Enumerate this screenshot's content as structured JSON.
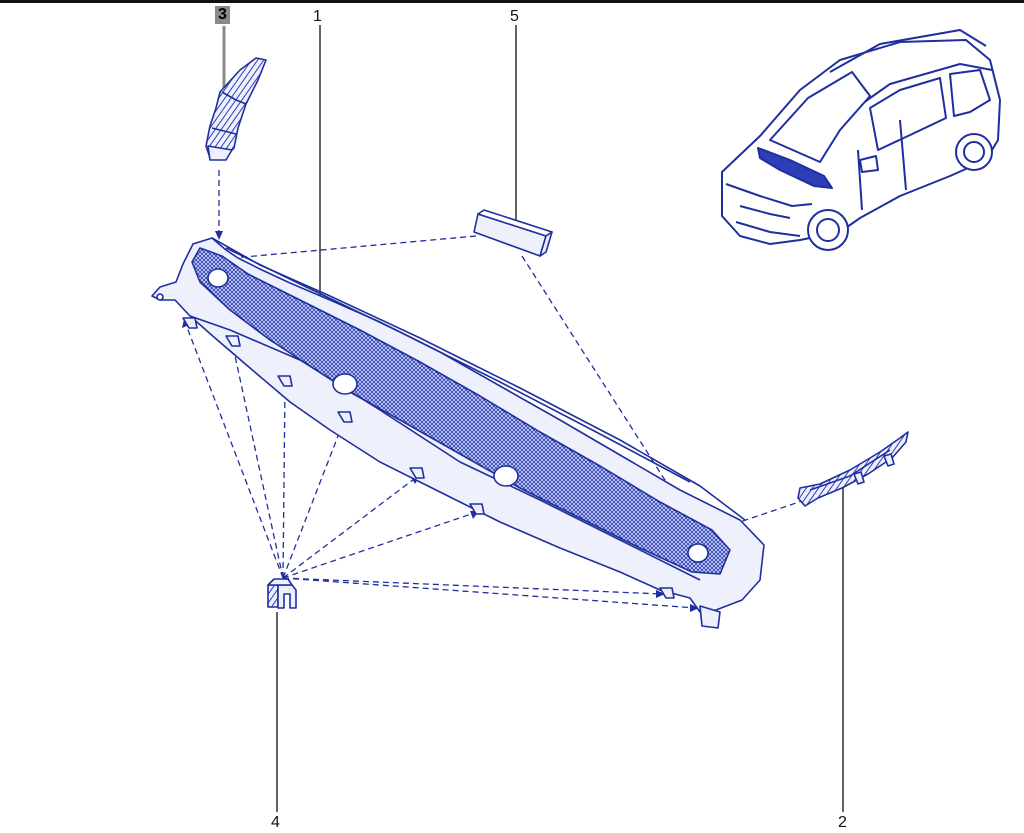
{
  "colors": {
    "line": "#1f2f9e",
    "fill": "#eef0fb",
    "hatch": "#2c3fb8",
    "callout_text": "#111111",
    "leader": "#111111",
    "highlight_bg": "#8c8a86"
  },
  "callouts": [
    {
      "id": "1",
      "label": "1",
      "highlighted": false
    },
    {
      "id": "2",
      "label": "2",
      "highlighted": false
    },
    {
      "id": "3",
      "label": "3",
      "highlighted": true
    },
    {
      "id": "4",
      "label": "4",
      "highlighted": false
    },
    {
      "id": "5",
      "label": "5",
      "highlighted": false
    }
  ],
  "parts": [
    {
      "ref": "1",
      "name": "cowl-panel"
    },
    {
      "ref": "2",
      "name": "right-side-trim"
    },
    {
      "ref": "3",
      "name": "left-side-trim"
    },
    {
      "ref": "4",
      "name": "retaining-clip"
    },
    {
      "ref": "5",
      "name": "foam-seal"
    },
    {
      "ref": "",
      "name": "vehicle-thumbnail"
    }
  ]
}
